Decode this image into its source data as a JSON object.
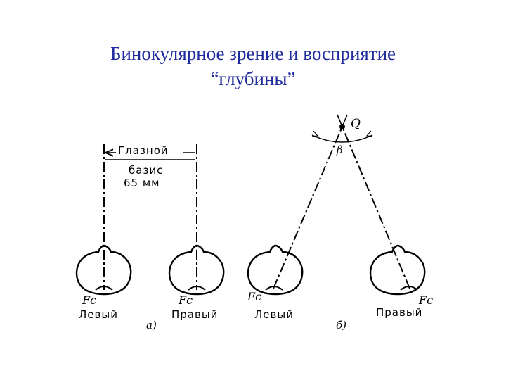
{
  "title": {
    "line1": "Бинокулярное зрение и восприятие",
    "line2": "“глубины”"
  },
  "diagram_a": {
    "base_label_1": "Глазной",
    "base_label_2": "базис",
    "base_label_3": "65 мм",
    "left_focus": "Fc",
    "right_focus": "Fc",
    "left_eye": "Левый",
    "right_eye": "Правый",
    "panel_label": "а)"
  },
  "diagram_b": {
    "point_label": "Q",
    "angle_label": "β",
    "left_focus": "Fc",
    "right_focus": "Fc",
    "left_eye": "Левый",
    "right_eye": "Правый",
    "panel_label": "б)"
  }
}
